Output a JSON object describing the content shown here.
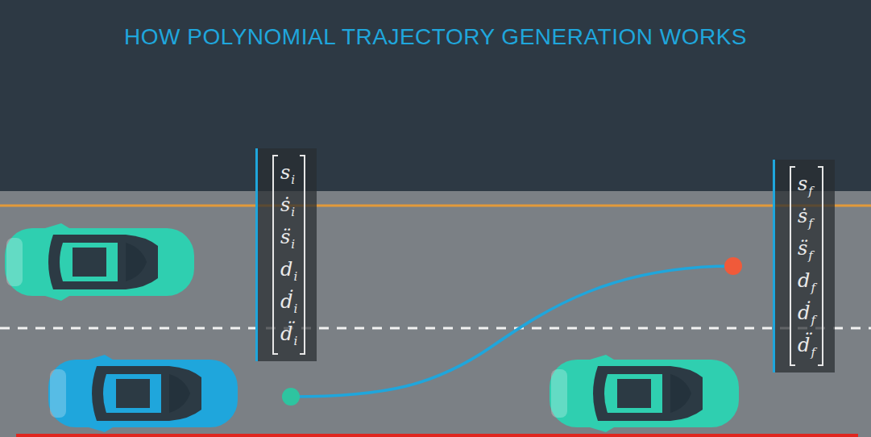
{
  "diagram": {
    "title": "HOW POLYNOMIAL TRAJECTORY GENERATION WORKS",
    "nodes": [
      {
        "text": [
          "si",
          "ṡi",
          "s̈i",
          "di",
          "ḋi",
          "d̈i"
        ]
      },
      {
        "text": [
          "sf",
          "ṡf",
          "s̈f",
          "df",
          "ḋf",
          "d̈f"
        ]
      }
    ]
  }
}
